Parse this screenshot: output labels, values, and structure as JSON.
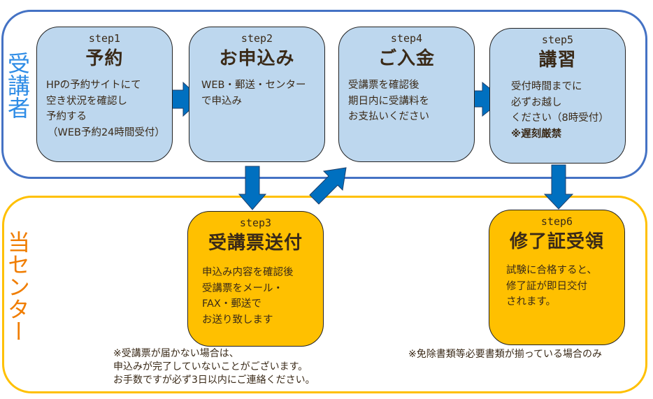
{
  "lanes": {
    "student": {
      "label": "受講者",
      "color": "#4472c4"
    },
    "center": {
      "label": "当センター",
      "color": "#ffc000"
    }
  },
  "steps": [
    {
      "no": "step1",
      "title": "予約",
      "body": [
        "HPの予約サイトにて",
        "空き状況を確認し",
        "予約する",
        "（WEB予約24時間受付）"
      ]
    },
    {
      "no": "step2",
      "title": "お申込み",
      "body": [
        "WEB・郵送・センター",
        "で申込み"
      ]
    },
    {
      "no": "step3",
      "title": "受講票送付",
      "body": [
        "申込み内容を確認後",
        "受講票をメール・",
        "FAX・郵送で",
        "お送り致します"
      ]
    },
    {
      "no": "step4",
      "title": "ご入金",
      "body": [
        "受講票を確認後",
        "期日内に受講料を",
        "お支払いください"
      ]
    },
    {
      "no": "step5",
      "title": "講習",
      "body": [
        "受付時間までに",
        "必ずお越し",
        "ください（8時受付）"
      ],
      "warning": "※遅刻厳禁"
    },
    {
      "no": "step6",
      "title": "修了証受領",
      "body": [
        "試験に合格すると、",
        "修了証が即日交付",
        "されます。"
      ]
    }
  ],
  "notes": {
    "step3": "※受講票が届かない場合は、\n申込みが完了していないことがございます。\nお手数ですが必ず3日以内にご連絡ください。",
    "step6": "※免除書類等必要書類が揃っている場合のみ"
  },
  "colors": {
    "student_box": "#bdd7ee",
    "center_box": "#ffc000",
    "arrow": "#0070c0",
    "text": "#3a2a18"
  }
}
